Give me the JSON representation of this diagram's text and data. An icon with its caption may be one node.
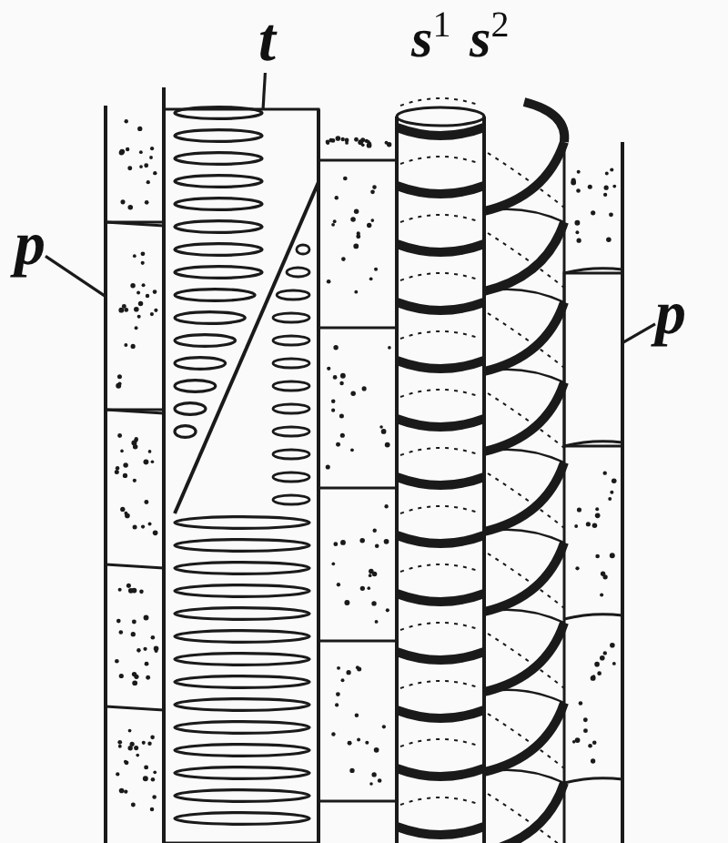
{
  "diagram": {
    "nodes": [
      {
        "text": [
          "t"
        ]
      },
      {
        "text": [],
        "shape": "box"
      },
      {
        "text": [
          "p"
        ]
      },
      {
        "text": [],
        "shape": "box"
      },
      {
        "text": [
          "p"
        ]
      },
      {
        "text": [],
        "shape": "box"
      }
    ],
    "edges": [
      {
        "from": 0,
        "to": 1,
        "arrow": "none"
      },
      {
        "from": 2,
        "to": 3,
        "arrow": "none"
      },
      {
        "from": 4,
        "to": 5,
        "arrow": "none"
      }
    ],
    "labels": [
      "s$^{1}$",
      "s$^{2}$"
    ]
  }
}
